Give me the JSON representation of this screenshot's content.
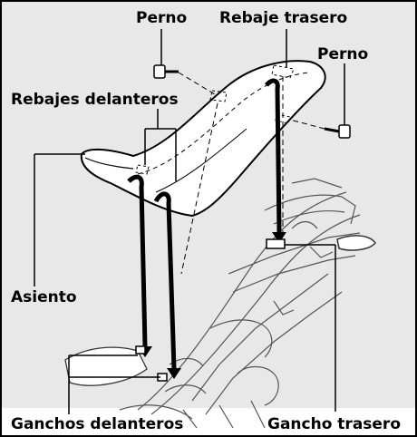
{
  "labels": {
    "perno_top": "Perno",
    "rebaje_trasero": "Rebaje trasero",
    "perno_right": "Perno",
    "rebajes_delanteros": "Rebajes delanteros",
    "asiento": "Asiento",
    "ganchos_delanteros": "Ganchos delanteros",
    "gancho_trasero": "Gancho trasero"
  },
  "colors": {
    "background": "#e8e8e8",
    "line": "#000000",
    "seat_fill": "#ffffff"
  }
}
